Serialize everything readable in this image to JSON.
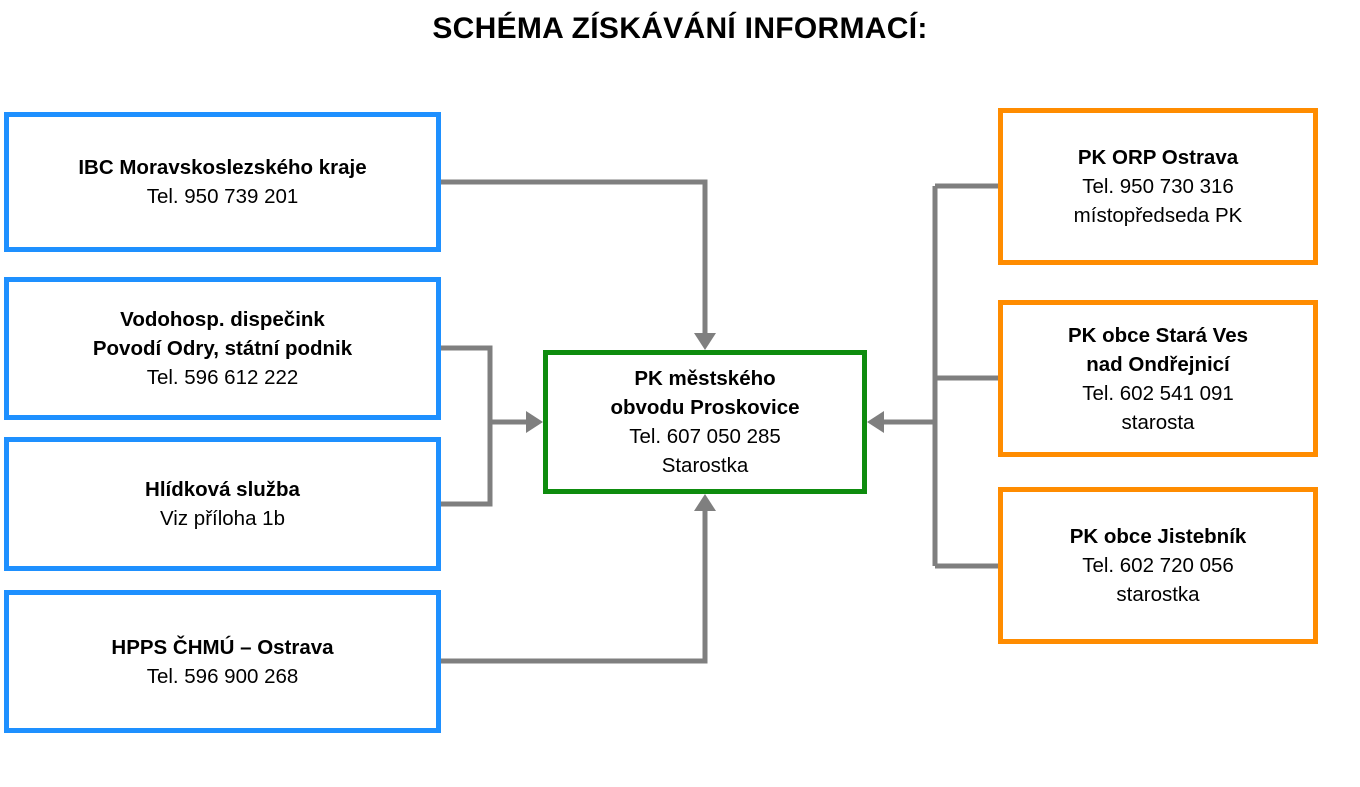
{
  "title": "SCHÉMA ZÍSKÁVÁNÍ INFORMACÍ:",
  "colors": {
    "blue": "#1E90FF",
    "orange": "#FF8C00",
    "green": "#0E8C0E",
    "line": "#7F7F7F"
  },
  "left_boxes": [
    {
      "id": "ibc-kraj",
      "name_lines": [
        "IBC Moravskoslezského kraje"
      ],
      "info_lines": [
        "Tel. 950 739 201"
      ]
    },
    {
      "id": "vodohosp-dispecink",
      "name_lines": [
        "Vodohosp. dispečink",
        "Povodí Odry, státní podnik"
      ],
      "info_lines": [
        "Tel. 596 612 222"
      ]
    },
    {
      "id": "hlidkova-sluzba",
      "name_lines": [
        "Hlídková služba"
      ],
      "info_lines": [
        "Viz příloha 1b"
      ]
    },
    {
      "id": "hpps-chmu",
      "name_lines": [
        "HPPS ČHMÚ – Ostrava"
      ],
      "info_lines": [
        "Tel. 596 900 268"
      ]
    }
  ],
  "center_box": {
    "id": "pk-proskovice",
    "name_lines": [
      "PK městského",
      "obvodu Proskovice"
    ],
    "info_lines": [
      "Tel. 607 050 285",
      "Starostka"
    ]
  },
  "right_boxes": [
    {
      "id": "pk-orp-ostrava",
      "name_lines": [
        "PK ORP Ostrava"
      ],
      "info_lines": [
        "Tel. 950 730 316",
        "místopředseda PK"
      ]
    },
    {
      "id": "pk-stara-ves",
      "name_lines": [
        "PK obce Stará Ves",
        "nad Ondřejnicí"
      ],
      "info_lines": [
        "Tel. 602 541 091",
        "starosta"
      ]
    },
    {
      "id": "pk-jistebnik",
      "name_lines": [
        "PK obce Jistebník"
      ],
      "info_lines": [
        "Tel. 602 720 056",
        "starostka"
      ]
    }
  ]
}
